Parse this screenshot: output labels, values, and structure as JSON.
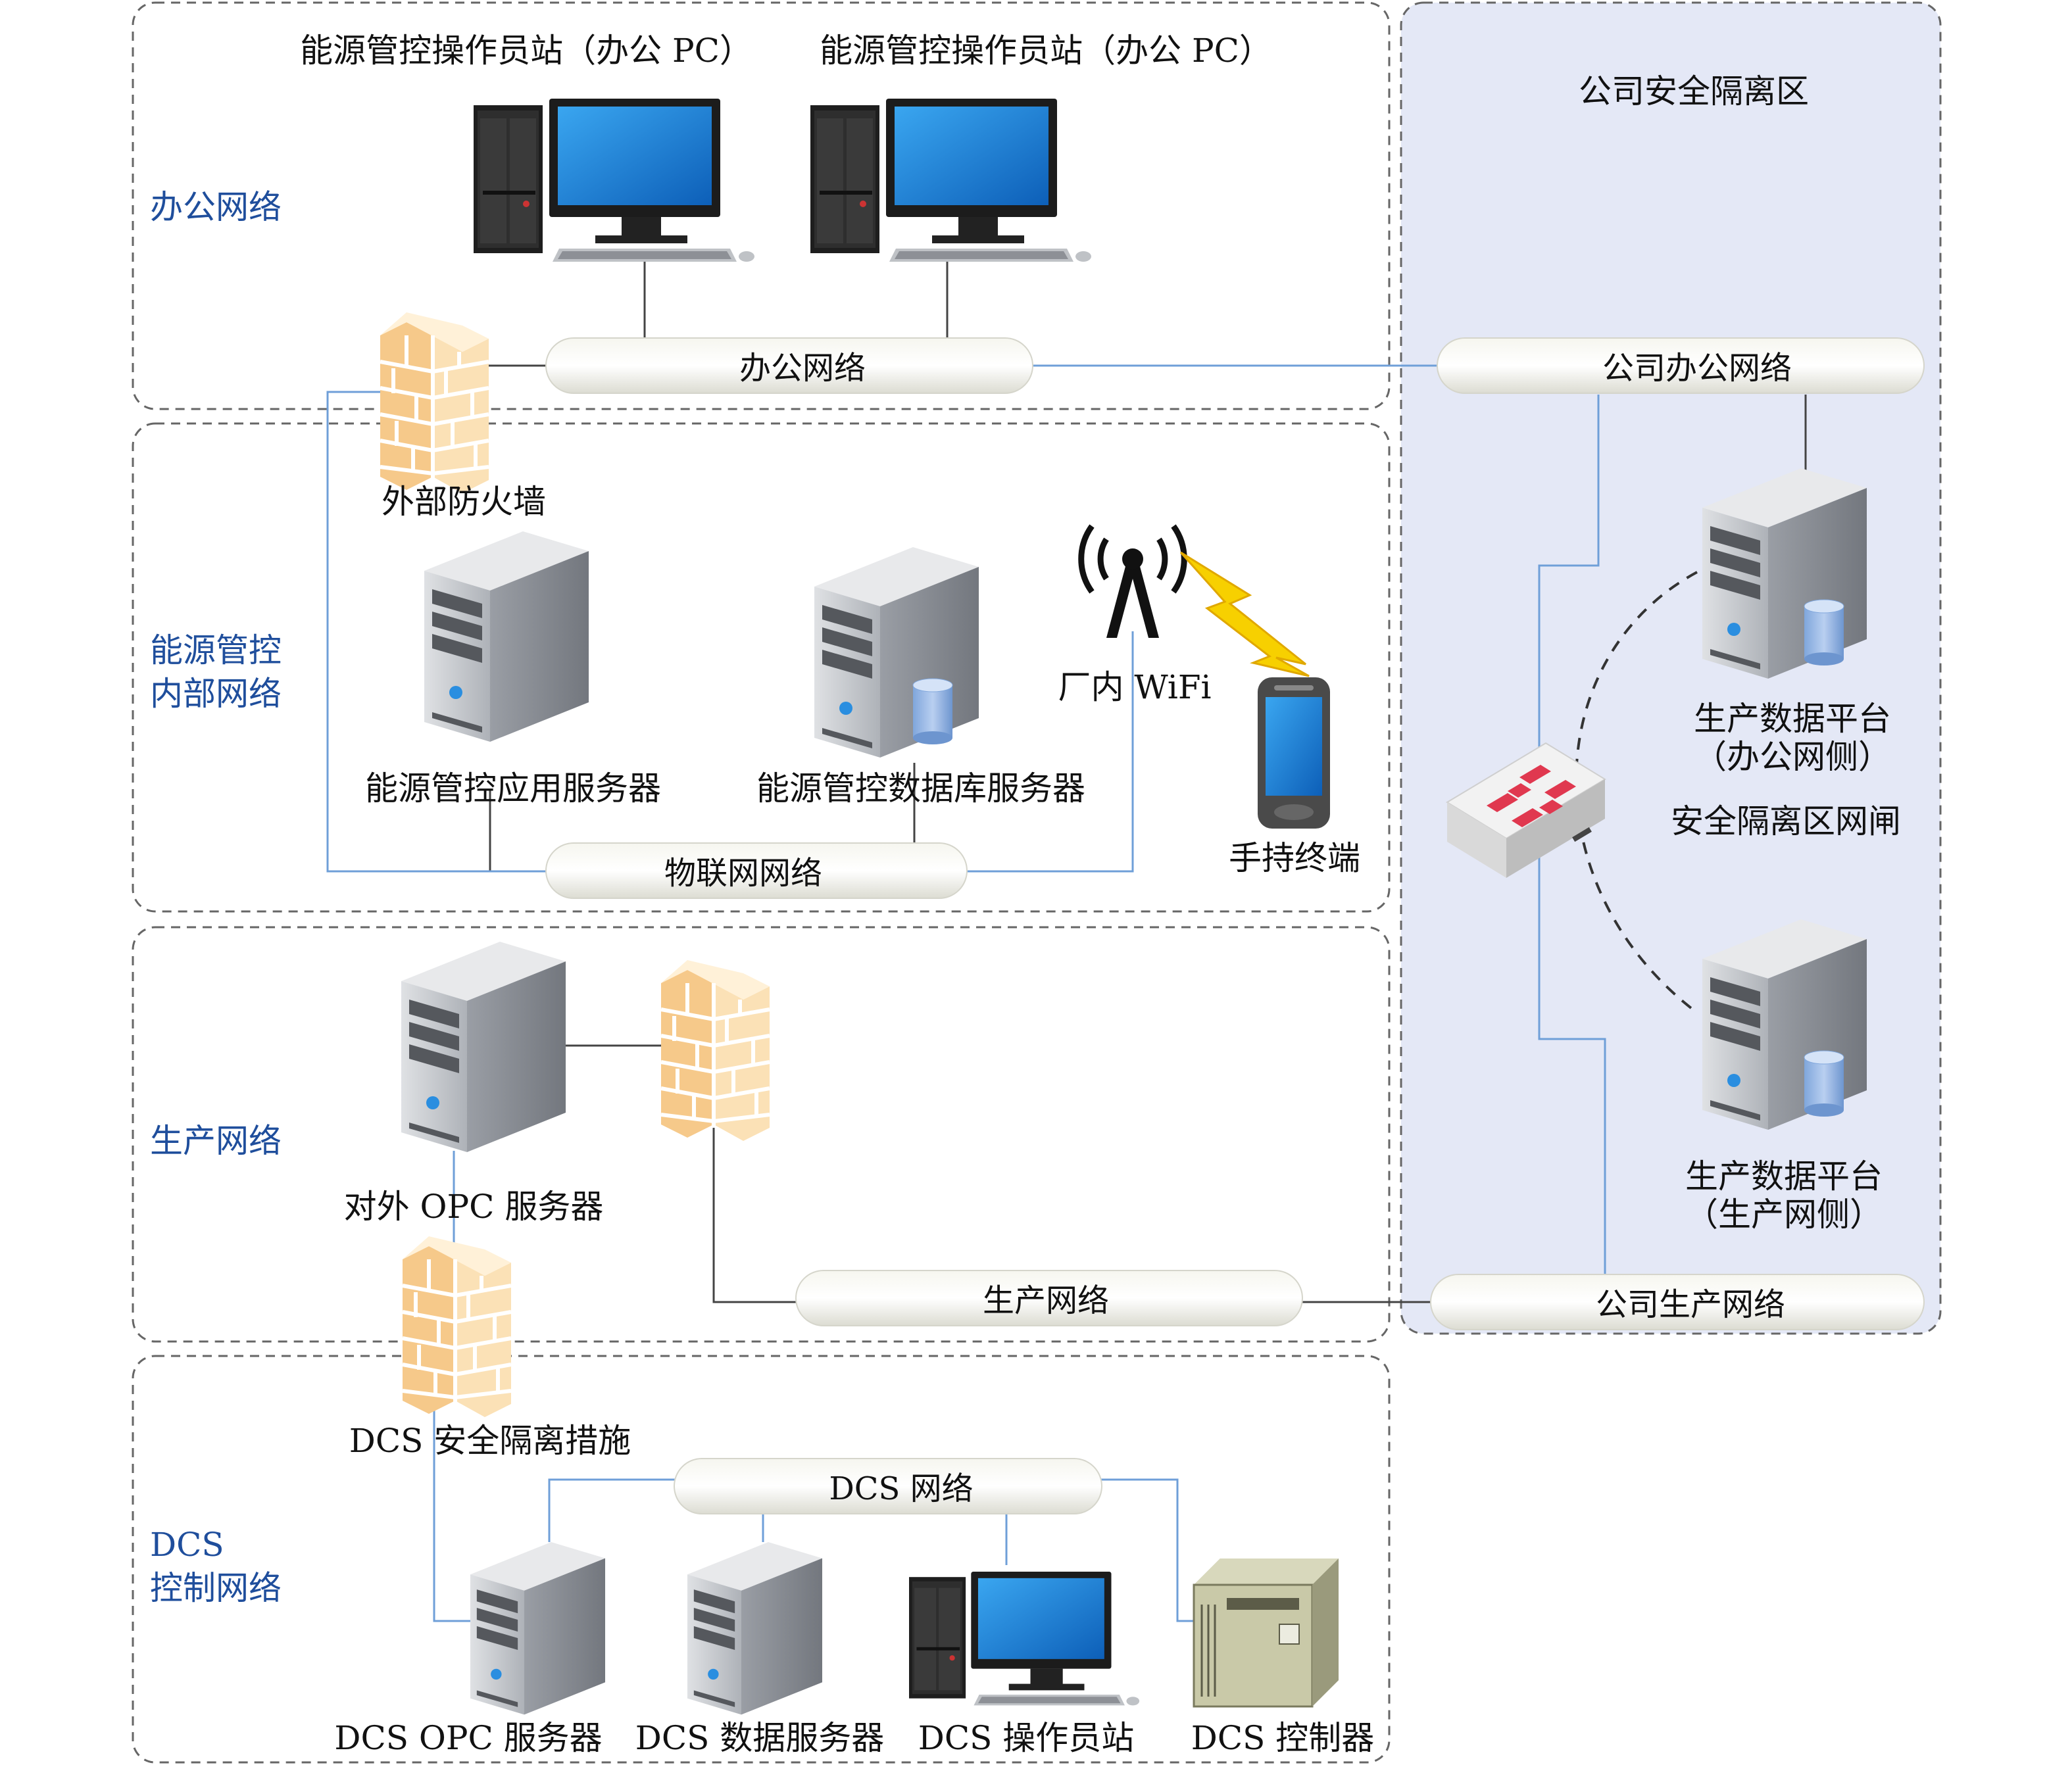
{
  "zones": {
    "office": "办公网络",
    "energy_line1": "能源管控",
    "energy_line2": "内部网络",
    "production": "生产网络",
    "dcs_line1": "DCS",
    "dcs_line2": "控制网络",
    "company_zone": "公司安全隔离区"
  },
  "buses": {
    "office": "办公网络",
    "iot": "物联网网络",
    "production": "生产网络",
    "dcs": "DCS 网络",
    "company_office": "公司办公网络",
    "company_production": "公司生产网络"
  },
  "devices": {
    "office_pc_1": "能源管控操作员站（办公 PC）",
    "office_pc_2": "能源管控操作员站（办公 PC）",
    "external_firewall": "外部防火墙",
    "app_server": "能源管控应用服务器",
    "db_server": "能源管控数据库服务器",
    "wifi": "厂内 WiFi",
    "handheld": "手持终端",
    "opc_server": "对外 OPC 服务器",
    "dcs_isolation": "DCS 安全隔离措施",
    "dcs_opc_server": "DCS OPC 服务器",
    "dcs_data_server": "DCS 数据服务器",
    "dcs_operator": "DCS 操作员站",
    "dcs_controller": "DCS 控制器",
    "platform_office_line1": "生产数据平台",
    "platform_office_line2": "（办公网侧）",
    "gateway": "安全隔离区网闸",
    "platform_prod_line1": "生产数据平台",
    "platform_prod_line2": "（生产网侧）"
  },
  "colors": {
    "zone_label": "#1f4e9c",
    "blue_link": "#6f9fd8",
    "gray_link": "#444444",
    "company_bg": "#e4e8f6",
    "firewall": "#fbd9a2",
    "monitor": "#1a7fd6",
    "gateway_red": "#e0384f"
  }
}
